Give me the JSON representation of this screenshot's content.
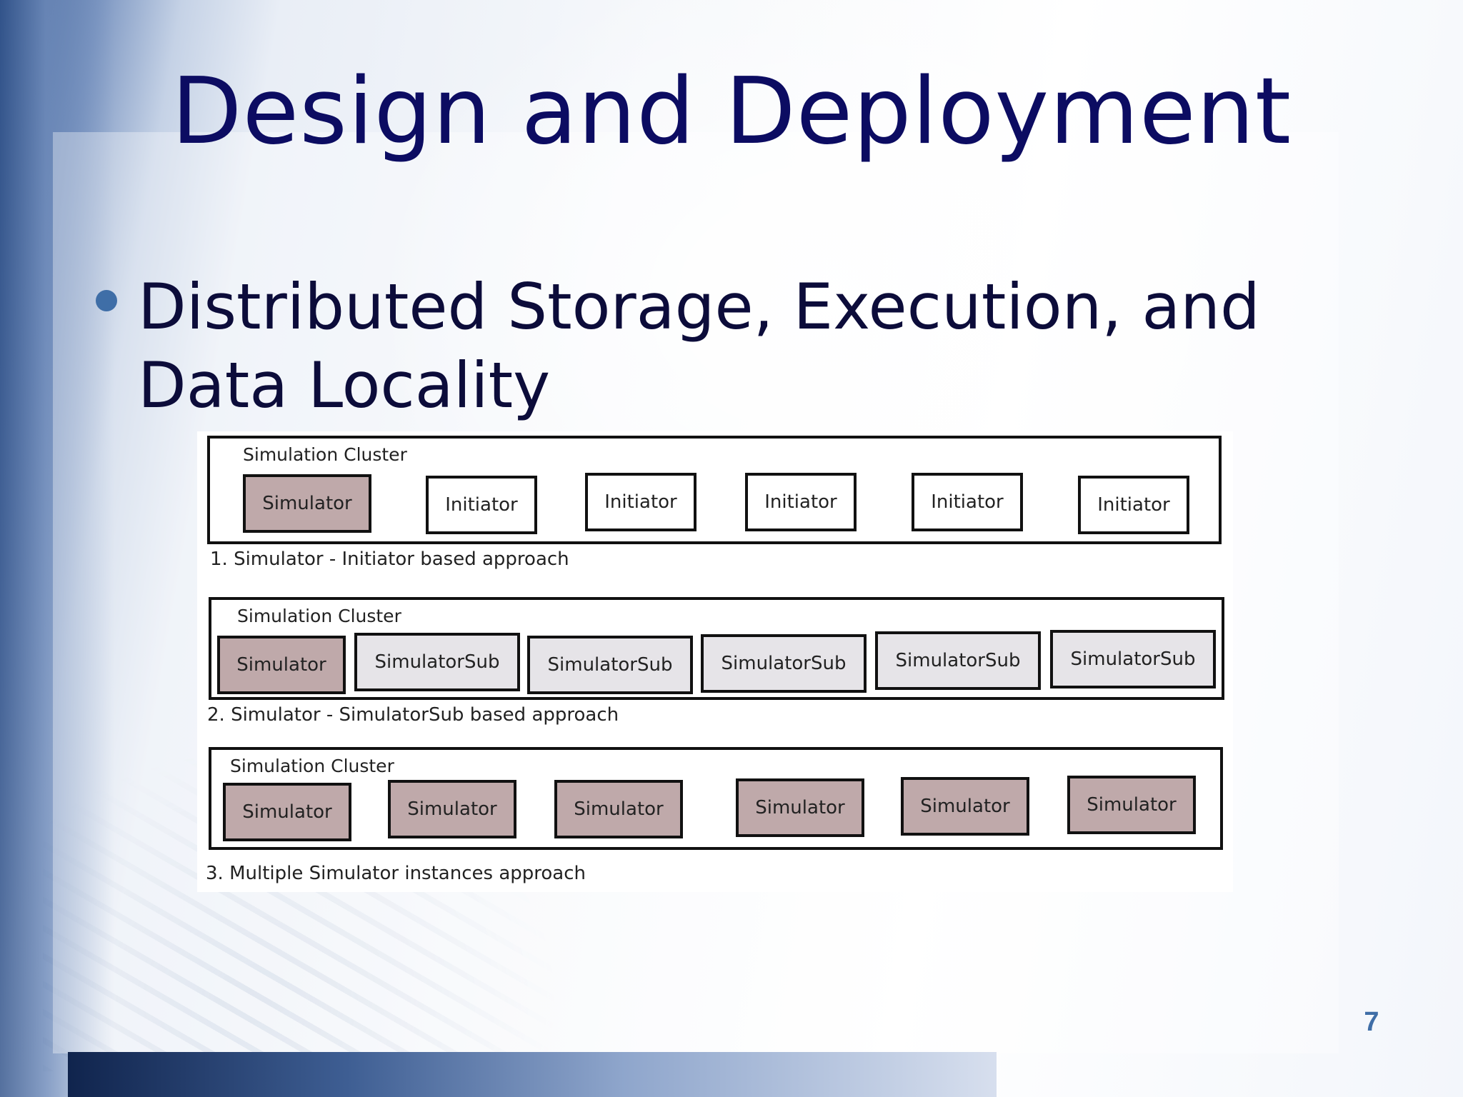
{
  "slide": {
    "title": "Design and Deployment",
    "bullet": "Distributed Storage, Execution, and Data Locality",
    "page_number": "7"
  },
  "colors": {
    "title": "#0c0c62",
    "bullet_dot": "#3f6ea7",
    "simulator_fill": "#bfa9aa",
    "simulator_sub_fill": "#e6e4e8",
    "initiator_fill": "#ffffff"
  },
  "diagram": {
    "approaches": [
      {
        "cluster_label": "Simulation Cluster",
        "caption": "1. Simulator - Initiator based approach",
        "nodes": [
          "Simulator",
          "Initiator",
          "Initiator",
          "Initiator",
          "Initiator",
          "Initiator"
        ]
      },
      {
        "cluster_label": "Simulation Cluster",
        "caption": "2. Simulator - SimulatorSub based approach",
        "nodes": [
          "Simulator",
          "SimulatorSub",
          "SimulatorSub",
          "SimulatorSub",
          "SimulatorSub",
          "SimulatorSub"
        ]
      },
      {
        "cluster_label": "Simulation Cluster",
        "caption": "3. Multiple Simulator instances approach",
        "nodes": [
          "Simulator",
          "Simulator",
          "Simulator",
          "Simulator",
          "Simulator",
          "Simulator"
        ]
      }
    ]
  }
}
